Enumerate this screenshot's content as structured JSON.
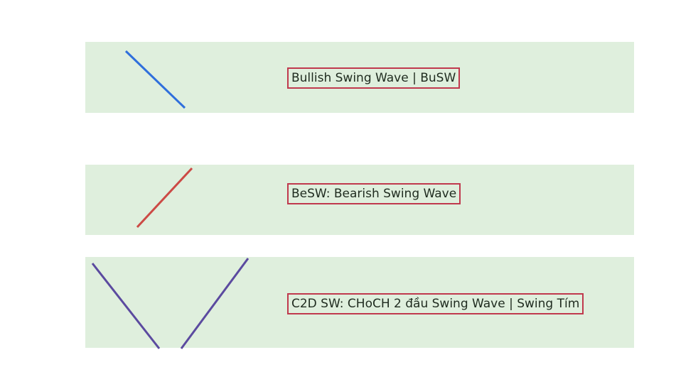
{
  "colors": {
    "band_background": "#dfefdd",
    "label_border": "#c0394d",
    "bullish_line": "#2f6fdc",
    "bearish_line": "#cc4a45",
    "c2d_line": "#5b4a9f"
  },
  "rows": [
    {
      "label": "Bullish Swing Wave | BuSW"
    },
    {
      "label": "BeSW: Bearish Swing Wave"
    },
    {
      "label": "C2D SW: CHoCH 2 đầu Swing Wave | Swing Tím"
    }
  ]
}
